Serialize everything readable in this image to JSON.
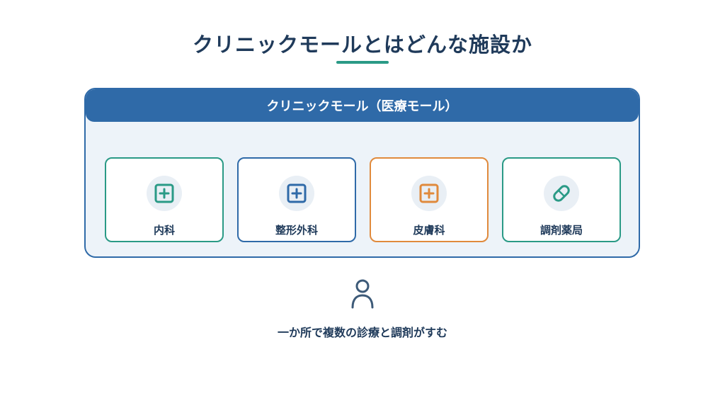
{
  "title": "クリニックモールとはどんな施設か",
  "mall": {
    "header": "クリニックモール（医療モール）",
    "facilities": [
      {
        "label": "内科",
        "icon": "plus-icon",
        "color": "#2a9a86"
      },
      {
        "label": "整形外科",
        "icon": "plus-icon",
        "color": "#2f6aa8"
      },
      {
        "label": "皮膚科",
        "icon": "plus-icon",
        "color": "#e08a3c"
      },
      {
        "label": "調剤薬局",
        "icon": "pill-icon",
        "color": "#2a9a86"
      }
    ]
  },
  "patient": {
    "icon": "person-icon"
  },
  "caption": "一か所で複数の診療と調剤がすむ",
  "colors": {
    "navy": "#1f3a5a",
    "header_blue": "#2f6aa8",
    "mall_bg": "#edf3f9",
    "accent_teal": "#2a9a86"
  }
}
